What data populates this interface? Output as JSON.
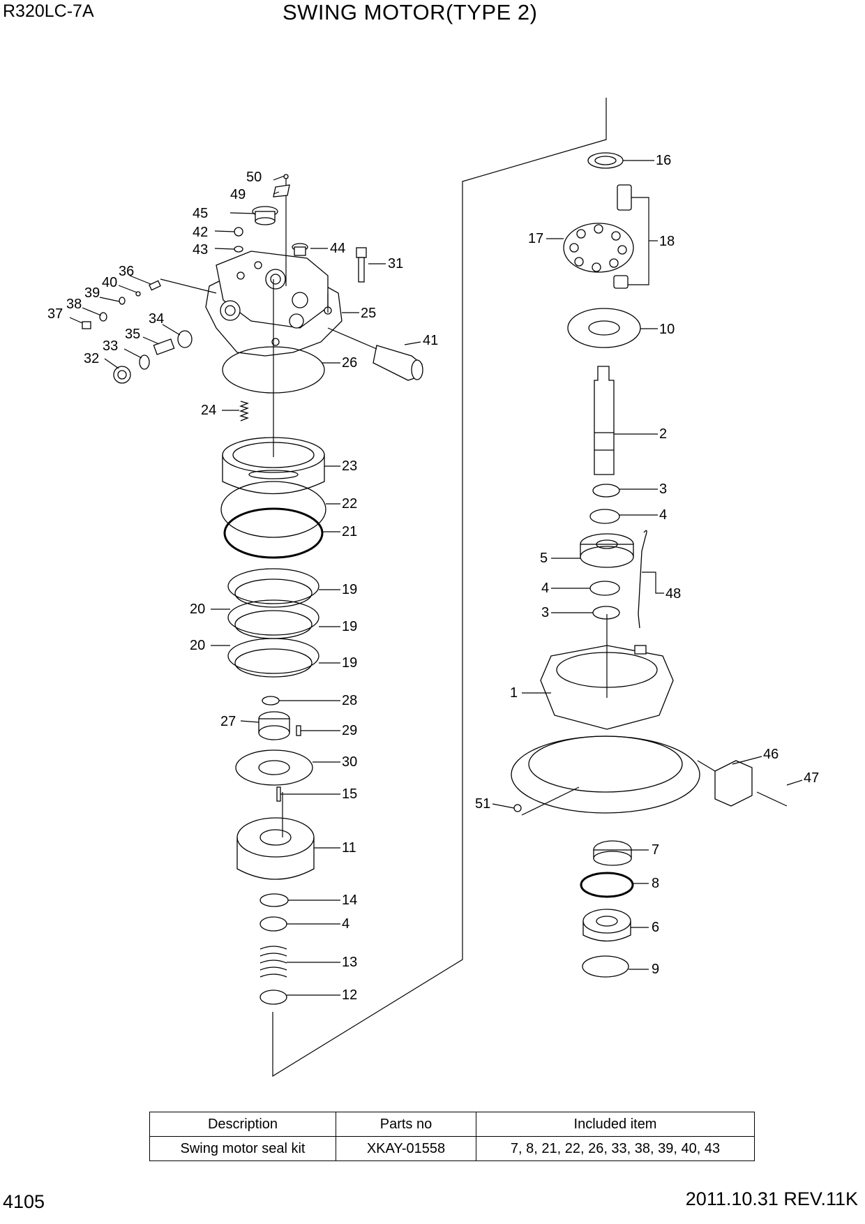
{
  "header": {
    "model": "R320LC-7A",
    "title": "SWING MOTOR(TYPE 2)"
  },
  "footer": {
    "page_number": "4105",
    "revision": "2011.10.31  REV.11K"
  },
  "callouts": {
    "c1": "1",
    "c2": "2",
    "c3a": "3",
    "c3b": "3",
    "c4a": "4",
    "c4b": "4",
    "c4c": "4",
    "c5": "5",
    "c6": "6",
    "c7": "7",
    "c8": "8",
    "c9": "9",
    "c10": "10",
    "c11": "11",
    "c12": "12",
    "c13": "13",
    "c14": "14",
    "c15": "15",
    "c16": "16",
    "c17": "17",
    "c18": "18",
    "c19a": "19",
    "c19b": "19",
    "c19c": "19",
    "c20a": "20",
    "c20b": "20",
    "c21": "21",
    "c22": "22",
    "c23": "23",
    "c24": "24",
    "c25": "25",
    "c26": "26",
    "c27": "27",
    "c28": "28",
    "c29": "29",
    "c30": "30",
    "c31": "31",
    "c32": "32",
    "c33": "33",
    "c34": "34",
    "c35": "35",
    "c36": "36",
    "c37": "37",
    "c38": "38",
    "c39": "39",
    "c40": "40",
    "c41": "41",
    "c42": "42",
    "c43": "43",
    "c44": "44",
    "c45": "45",
    "c46": "46",
    "c47": "47",
    "c48": "48",
    "c49": "49",
    "c50": "50",
    "c51": "51"
  },
  "kit_table": {
    "headers": [
      "Description",
      "Parts no",
      "Included item"
    ],
    "rows": [
      [
        "Swing motor seal kit",
        "XKAY-01558",
        "7, 8, 21, 22, 26, 33, 38, 39, 40, 43"
      ]
    ]
  }
}
